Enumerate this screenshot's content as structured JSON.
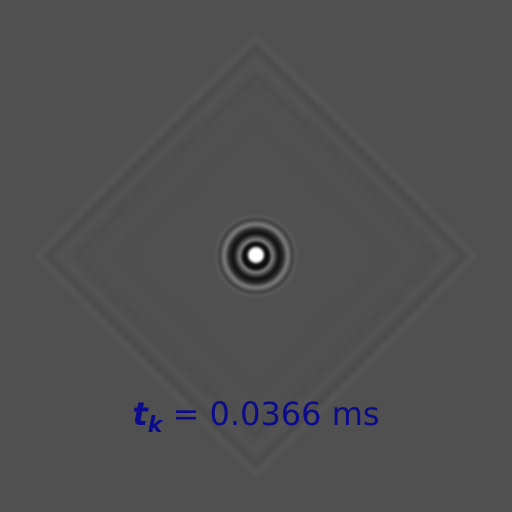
{
  "caption": {
    "symbol": "t",
    "subscript": "k",
    "equals": " = ",
    "value": "0.0366",
    "unit": " ms"
  },
  "colors": {
    "background": "#505050",
    "caption": "#0b0b8c",
    "core_bright": "#ffffff",
    "core_dark": "#0a0a0a"
  }
}
